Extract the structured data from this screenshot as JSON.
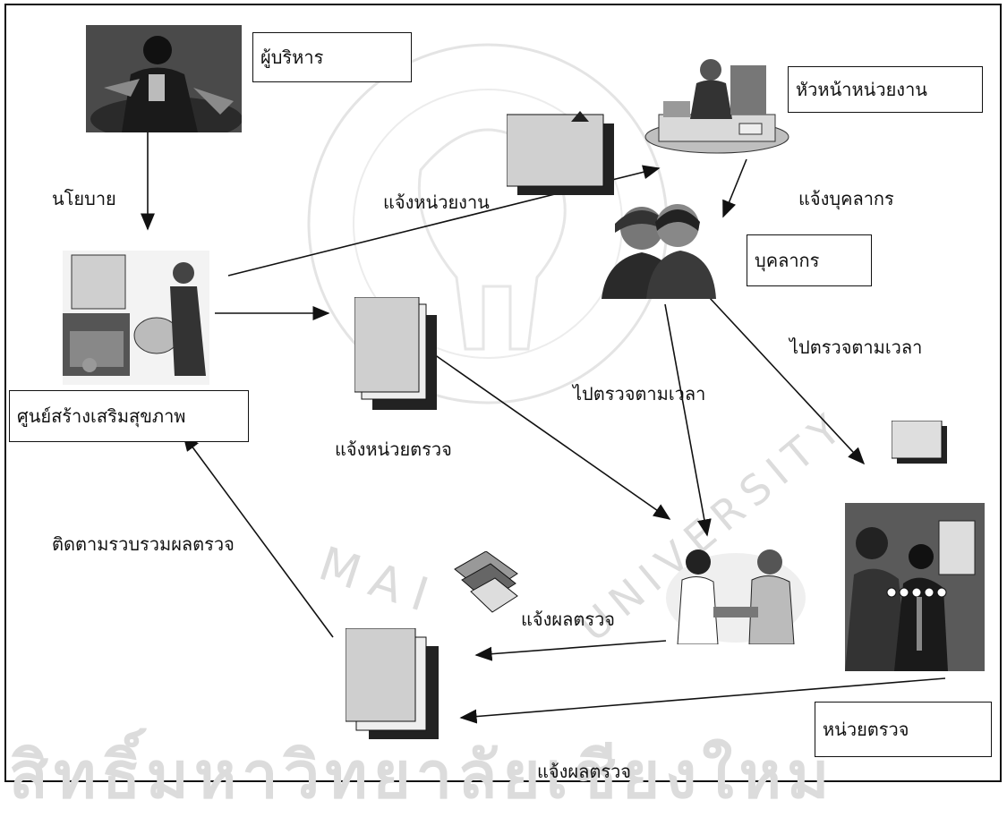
{
  "watermark": {
    "bottom_text": "สิทธิ์มหาวิทยาลัยเชียงใหม่",
    "arc_text_right": "UNIVERSITY",
    "arc_text_left": "MAI"
  },
  "nodes": {
    "executive": "ผู้บริหาร",
    "department_head": "หัวหน้าหน่วยงาน",
    "personnel": "บุคลากร",
    "health_center": "ศูนย์สร้างเสริมสุขภาพ",
    "exam_unit": "หน่วยตรวจ"
  },
  "edges": {
    "policy": "นโยบาย",
    "notify_departments": "แจ้งหน่วยงาน",
    "notify_personnel": "แจ้งบุคลากร",
    "go_exam_on_time_1": "ไปตรวจตามเวลา",
    "go_exam_on_time_2": "ไปตรวจตามเวลา",
    "notify_exam_unit": "แจ้งหน่วยตรวจ",
    "follow_up_results": "ติดตามรวบรวมผลตรวจ",
    "notify_results_1": "แจ้งผลตรวจ",
    "notify_results_2": "แจ้งผลตรวจ"
  }
}
